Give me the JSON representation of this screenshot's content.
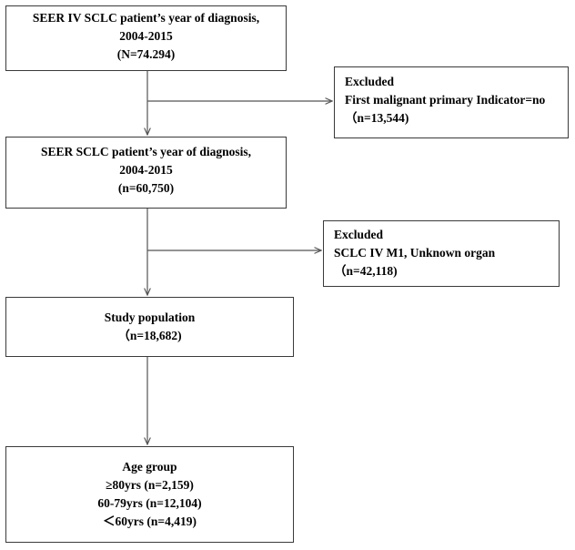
{
  "boxes": {
    "seer_iv": {
      "lines": [
        "SEER IV SCLC patient’s year of diagnosis,",
        "2004-2015",
        "(N=74.294)"
      ]
    },
    "excluded1": {
      "lines": [
        "Excluded",
        "First malignant primary Indicator=no",
        "（n=13,544)"
      ]
    },
    "seer_sclc": {
      "lines": [
        "SEER SCLC patient’s year of diagnosis,",
        "2004-2015",
        "(n=60,750)"
      ]
    },
    "excluded2": {
      "lines": [
        "Excluded",
        "SCLC IV M1, Unknown organ",
        "（n=42,118)"
      ]
    },
    "study": {
      "lines": [
        "Study population",
        "（n=18,682)"
      ]
    },
    "age": {
      "lines": [
        "Age group",
        "≥80yrs (n=2,159)",
        "60-79yrs (n=12,104)",
        "＜60yrs (n=4,419)"
      ]
    }
  },
  "colors": {
    "border": "#3a3a3a",
    "arrow": "#555555",
    "text": "#000000"
  }
}
